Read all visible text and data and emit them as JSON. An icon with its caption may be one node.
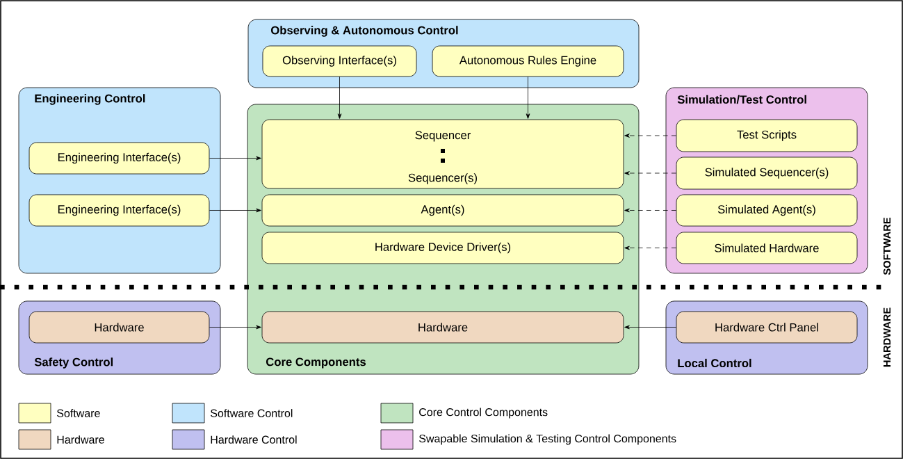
{
  "diagram": {
    "nodes": [
      {
        "text": [
          "Observing & Autonomous Control"
        ]
      },
      {
        "text": [
          "Observing Interface(s)"
        ],
        "in": 0
      },
      {
        "text": [
          "Autonomous Rules Engine"
        ],
        "in": 0
      },
      {
        "text": [
          "Engineering Control"
        ]
      },
      {
        "text": [
          "Engineering Interface(s)"
        ],
        "in": 3
      },
      {
        "text": [
          "Engineering Interface(s)"
        ],
        "in": 3
      },
      {
        "text": [
          "Core Components"
        ]
      },
      {
        "text": [
          "Sequencer",
          "Sequencer(s)"
        ],
        "in": 6
      },
      {
        "text": [
          "Agent(s)"
        ],
        "in": 6
      },
      {
        "text": [
          "Hardware Device Driver(s)"
        ],
        "in": 6
      },
      {
        "text": [
          "Simulation/Test Control"
        ]
      },
      {
        "text": [
          "Test Scripts"
        ],
        "in": 10
      },
      {
        "text": [
          "Simulated Sequencer(s)"
        ],
        "in": 10
      },
      {
        "text": [
          "Simulated Agent(s)"
        ],
        "in": 10
      },
      {
        "text": [
          "Simulated Hardware"
        ],
        "in": 10
      },
      {
        "text": [
          "Safety Control"
        ]
      },
      {
        "text": [
          "Hardware"
        ],
        "in": 15
      },
      {
        "text": [
          "Hardware"
        ],
        "in": 6
      },
      {
        "text": [
          "Local Control"
        ]
      },
      {
        "text": [
          "Hardware Ctrl Panel"
        ],
        "in": 18
      }
    ],
    "edges": [
      {
        "from": 1,
        "to": 7,
        "arrow": "to"
      },
      {
        "from": 2,
        "to": 7,
        "arrow": "to"
      },
      {
        "from": 4,
        "to": 7,
        "arrow": "to"
      },
      {
        "from": 5,
        "to": 8,
        "arrow": "to"
      },
      {
        "from": 11,
        "to": 7,
        "arrow": "to",
        "style": "dashed"
      },
      {
        "from": 12,
        "to": 7,
        "arrow": "to",
        "style": "dashed"
      },
      {
        "from": 13,
        "to": 8,
        "arrow": "to",
        "style": "dashed"
      },
      {
        "from": 14,
        "to": 9,
        "arrow": "to",
        "style": "dashed"
      },
      {
        "from": 16,
        "to": 17,
        "arrow": "to"
      },
      {
        "from": 19,
        "to": 17,
        "arrow": "to"
      }
    ],
    "labels": [
      "SOFTWARE",
      "HARDWARE"
    ],
    "legend": [
      {
        "text": "Software",
        "color": "#ffffc0"
      },
      {
        "text": "Software Control",
        "color": "#c0e4fc"
      },
      {
        "text": "Core Control Components",
        "color": "#c0e4c0"
      },
      {
        "text": "Hardware",
        "color": "#f0d8c0"
      },
      {
        "text": "Hardware Control",
        "color": "#c0c0f0"
      },
      {
        "text": "Swapable Simulation & Testing Control Components",
        "color": "#ecc0ec"
      }
    ]
  }
}
